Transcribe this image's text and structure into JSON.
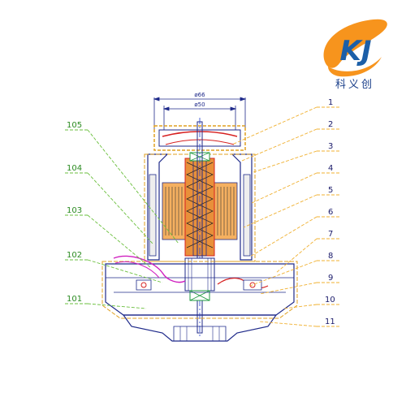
{
  "logo": {
    "letters": "KJ",
    "company_name": "科义创",
    "colors": {
      "swoosh": "#f7941d",
      "letters": "#1c5fa8",
      "text": "#1a3f8a"
    }
  },
  "drawing": {
    "dimensions": [
      {
        "id": "outer-diameter",
        "text": "ø66"
      },
      {
        "id": "inner-diameter",
        "text": "ø50"
      }
    ],
    "left_callouts": [
      {
        "id": "105",
        "text": "105"
      },
      {
        "id": "104",
        "text": "104"
      },
      {
        "id": "103",
        "text": "103"
      },
      {
        "id": "102",
        "text": "102"
      },
      {
        "id": "101",
        "text": "101"
      }
    ],
    "right_callouts": [
      {
        "id": "1",
        "text": "1"
      },
      {
        "id": "2",
        "text": "2"
      },
      {
        "id": "3",
        "text": "3"
      },
      {
        "id": "4",
        "text": "4"
      },
      {
        "id": "5",
        "text": "5"
      },
      {
        "id": "6",
        "text": "6"
      },
      {
        "id": "7",
        "text": "7"
      },
      {
        "id": "8",
        "text": "8"
      },
      {
        "id": "9",
        "text": "9"
      },
      {
        "id": "10",
        "text": "10"
      },
      {
        "id": "11",
        "text": "11"
      }
    ],
    "colors": {
      "left_leader": "#6abf3c",
      "right_leader": "#f0b030",
      "outline": "#1f2a8a",
      "leader_line": "#e0a020",
      "stator": "#e08a20",
      "winding": "#d62020",
      "magenta": "#d020c0"
    }
  }
}
